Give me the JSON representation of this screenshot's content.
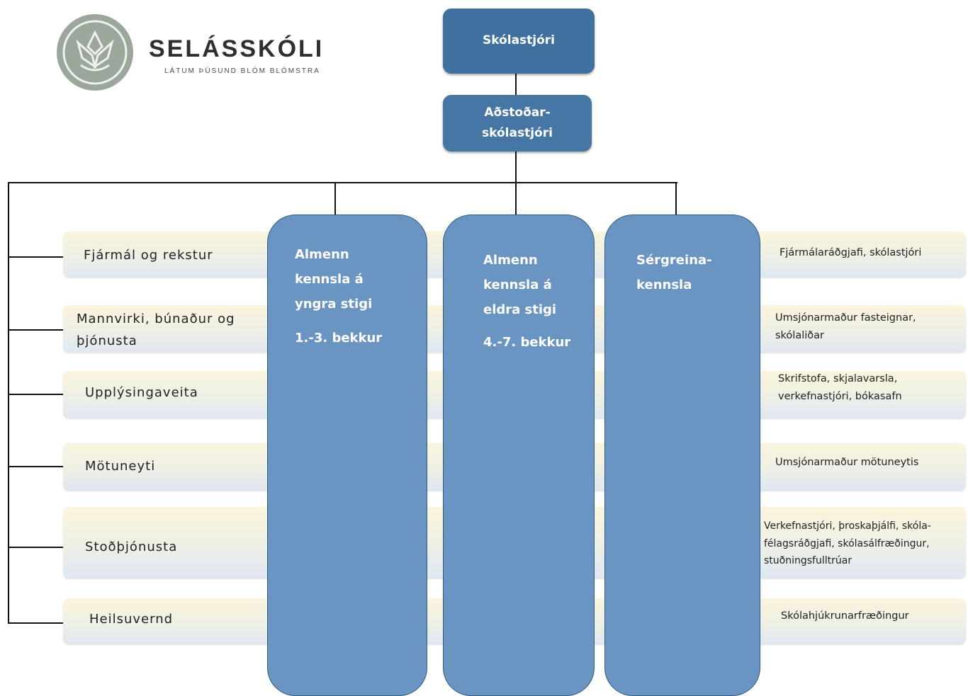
{
  "logo": {
    "title": "SELÁSSKÓLI",
    "tagline": "LÁTUM ÞÚSUND BLÓM BLÓMSTRA"
  },
  "principal": "Skólastjóri",
  "deputy": "Aðstoðar-\nskólastjóri",
  "columns": [
    {
      "title": "Almenn\nkennsla á\nyngra stigi",
      "subtitle": "1.-3. bekkur"
    },
    {
      "title": "Almenn\nkennsla á\neldra stigi",
      "subtitle": "4.-7. bekkur"
    },
    {
      "title": "Sérgreina-\nkennsla",
      "subtitle": ""
    }
  ],
  "rows": [
    {
      "label": "Fjármál og rekstur",
      "responsible": "Fjármálaráðgjafi, skólastjóri"
    },
    {
      "label": "Mannvirki, búnaður og\nþjónusta",
      "responsible": "Umsjónarmaður fasteignar,\nskólaliðar"
    },
    {
      "label": "Upplýsingaveita",
      "responsible": "Skrifstofa, skjalavarsla,\nverkefnastjóri, bókasafn"
    },
    {
      "label": "Mötuneyti",
      "responsible": "Umsjónarmaður mötuneytis"
    },
    {
      "label": "Stoðþjónusta",
      "responsible": "Verkefnastjóri, þroskaþjálfi, skóla-\nfélagsráðgjafi, skólasálfræðingur,\nstuðningsfulltrúar"
    },
    {
      "label": "Heilsuvernd",
      "responsible": "Skólahjúkrunarfræðingur"
    }
  ]
}
